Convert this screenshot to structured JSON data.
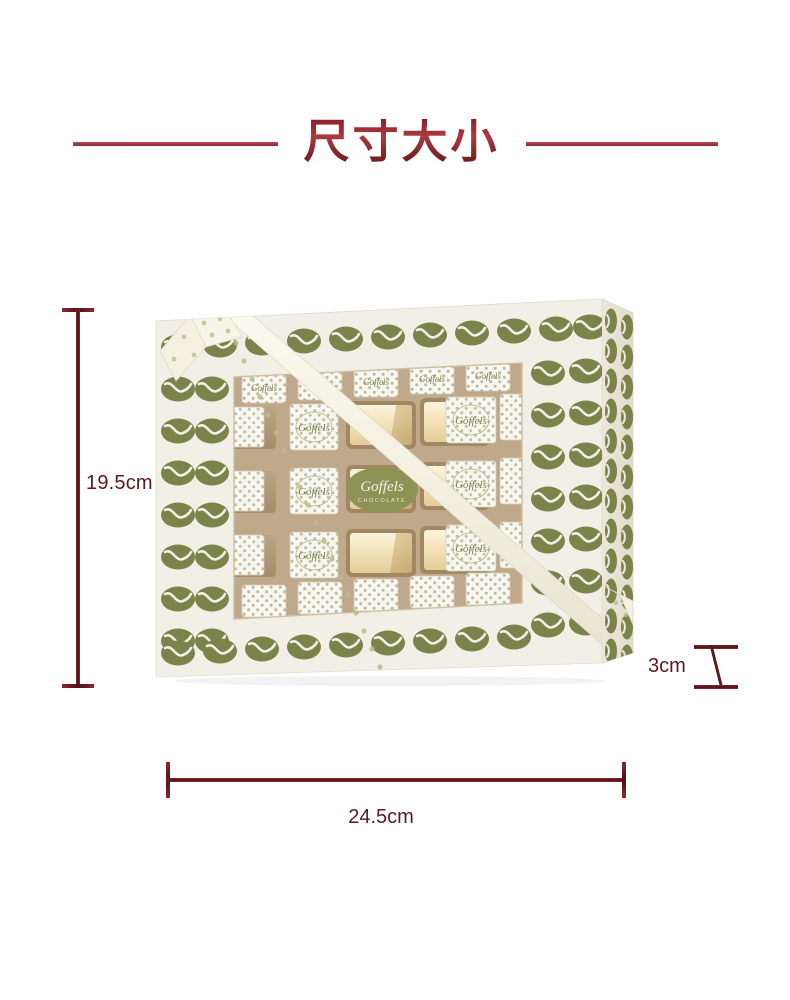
{
  "page": {
    "background": "#ffffff",
    "accent_red": "#8e2228",
    "rule_red": "#a33a43",
    "dim_text_color": "#5b1a1f"
  },
  "header": {
    "title": "尺寸大小",
    "rule_left": "horizontal-rule",
    "rule_right": "horizontal-rule"
  },
  "dimensions": {
    "height": {
      "label": "19.5cm",
      "orientation": "vertical",
      "value": 19.5,
      "unit": "cm"
    },
    "width": {
      "label": "24.5cm",
      "orientation": "horizontal",
      "value": 24.5,
      "unit": "cm"
    },
    "depth": {
      "label": "3cm",
      "orientation": "depth",
      "value": 3,
      "unit": "cm"
    }
  },
  "product": {
    "name": "coffee-bean-chocolate-gift-box",
    "brand": "Goffels",
    "brand_sub": "CHOCOLATE",
    "colors": {
      "box_face": "#f2efe6",
      "box_side": "#e9e5d9",
      "box_top": "#f6f4ec",
      "bean_green": "#79834a",
      "logo_green": "#8d9355",
      "tray_tan": "#b59a74",
      "tray_tan_dark": "#9c8059",
      "foil_gold": "#f0e0b4",
      "wrapper_white": "#f7f6f0",
      "ribbon_cream": "#f5f2e4",
      "ribbon_dot": "#b9bd8c",
      "window_tint": "#c9b492"
    },
    "window": {
      "label": "transparent-window"
    },
    "contents": {
      "wrapped_chocolate_label": "Goffels",
      "gold_bars_count": 6,
      "wrapped_squares_visible": 22
    }
  }
}
